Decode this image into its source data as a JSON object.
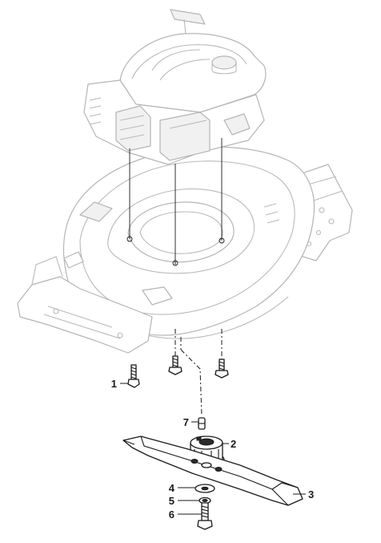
{
  "callouts": [
    {
      "number": "1",
      "part": "screw"
    },
    {
      "number": "2",
      "part": "blade-adapter"
    },
    {
      "number": "3",
      "part": "blade"
    },
    {
      "number": "4",
      "part": "washer"
    },
    {
      "number": "5",
      "part": "spring-washer"
    },
    {
      "number": "6",
      "part": "blade-bolt"
    },
    {
      "number": "7",
      "part": "key"
    }
  ]
}
